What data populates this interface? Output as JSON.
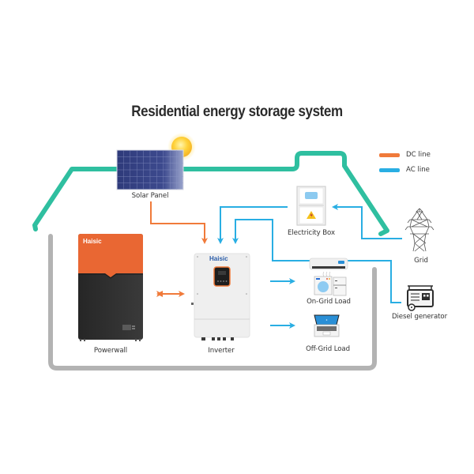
{
  "title": "Residential energy storage system",
  "legend": [
    {
      "label": "DC line",
      "color": "#f07a3a"
    },
    {
      "label": "AC line",
      "color": "#29aee3"
    }
  ],
  "colors": {
    "roof": "#2fbfa0",
    "house_wall": "#b3b3b3",
    "dc_line": "#f07a3a",
    "ac_line": "#29aee3",
    "powerwall_top": "#e96733",
    "powerwall_bottom": "#2d2d2d",
    "inverter_body": "#eeeeee",
    "inverter_brand": "#2a5ca8"
  },
  "components": {
    "solar_panel": {
      "label": "Solar Panel"
    },
    "powerwall": {
      "label": "Powerwall",
      "brand": "Haisic"
    },
    "inverter": {
      "label": "Inverter",
      "brand": "Haisic"
    },
    "electricity_box": {
      "label": "Electricity Box"
    },
    "on_grid_load": {
      "label": "On-Grid Load"
    },
    "off_grid_load": {
      "label": "Off-Grid Load"
    },
    "grid": {
      "label": "Grid"
    },
    "diesel_generator": {
      "label": "Diesel generator"
    }
  },
  "icons": {
    "sun": "sun-icon",
    "solar_panel": "solar-panel-icon",
    "electricity_box": "electricity-box-icon",
    "grid": "transmission-tower-icon",
    "diesel_generator": "generator-icon",
    "on_grid_load": "appliances-icon",
    "off_grid_load": "laptop-icon"
  }
}
